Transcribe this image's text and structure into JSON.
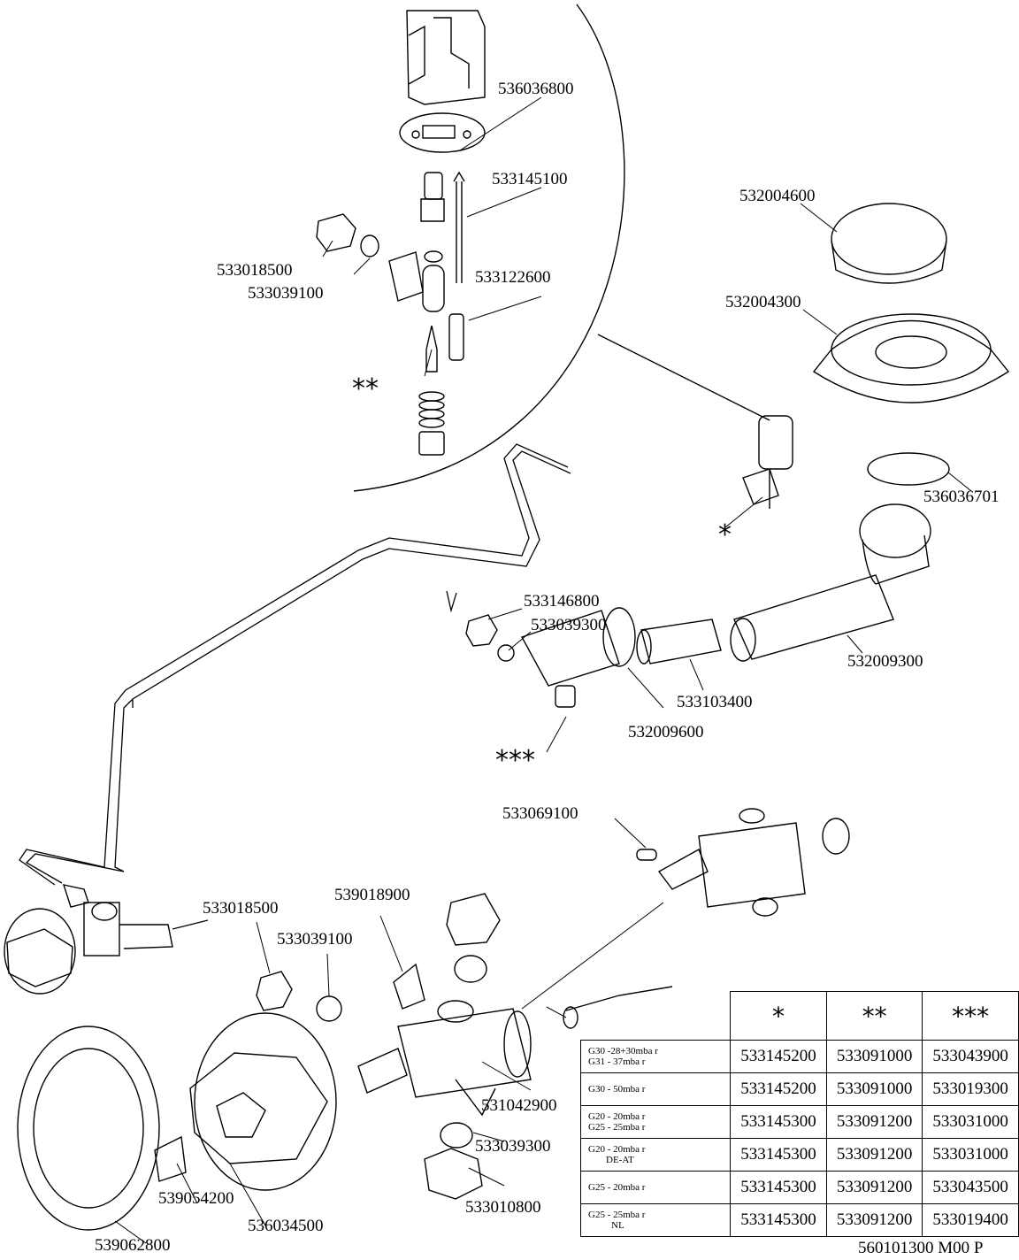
{
  "labels": {
    "l536036800": "536036800",
    "l533145100": "533145100",
    "l533018500a": "533018500",
    "l533039100a": "533039100",
    "l533122600": "533122600",
    "l532004600": "532004600",
    "l532004300": "532004300",
    "l536036701": "536036701",
    "l533146800": "533146800",
    "l533039300a": "533039300",
    "l532009300": "532009300",
    "l533103400": "533103400",
    "l532009600": "532009600",
    "l533069100": "533069100",
    "l533018500b": "533018500",
    "l539018900": "539018900",
    "l533039100b": "533039100",
    "l531042900": "531042900",
    "l533039300b": "533039300",
    "l539054200": "539054200",
    "l533010800": "533010800",
    "l536034500": "536034500",
    "l539062800": "539062800"
  },
  "markers": {
    "double": "**",
    "single": "*",
    "triple": "***"
  },
  "table": {
    "headers": [
      "",
      "*",
      "**",
      "***"
    ],
    "rows": [
      {
        "gas": [
          "G30 -28+30mba r",
          "G31 -     37mba r"
        ],
        "c1": "533145200",
        "c2": "533091000",
        "c3": "533043900"
      },
      {
        "gas": [
          "G30 -     50mba r"
        ],
        "c1": "533145200",
        "c2": "533091000",
        "c3": "533019300"
      },
      {
        "gas": [
          "G20 -     20mba r",
          "G25 -     25mba r"
        ],
        "c1": "533145300",
        "c2": "533091200",
        "c3": "533031000"
      },
      {
        "gas": [
          "G20 -     20mba r",
          "DE-AT"
        ],
        "c1": "533145300",
        "c2": "533091200",
        "c3": "533031000"
      },
      {
        "gas": [
          "G25 -     20mba r"
        ],
        "c1": "533145300",
        "c2": "533091200",
        "c3": "533043500"
      },
      {
        "gas": [
          "G25 -     25mba r",
          "NL"
        ],
        "c1": "533145300",
        "c2": "533091200",
        "c3": "533019400"
      }
    ]
  },
  "drawing_ref": "560101300   M00 P"
}
